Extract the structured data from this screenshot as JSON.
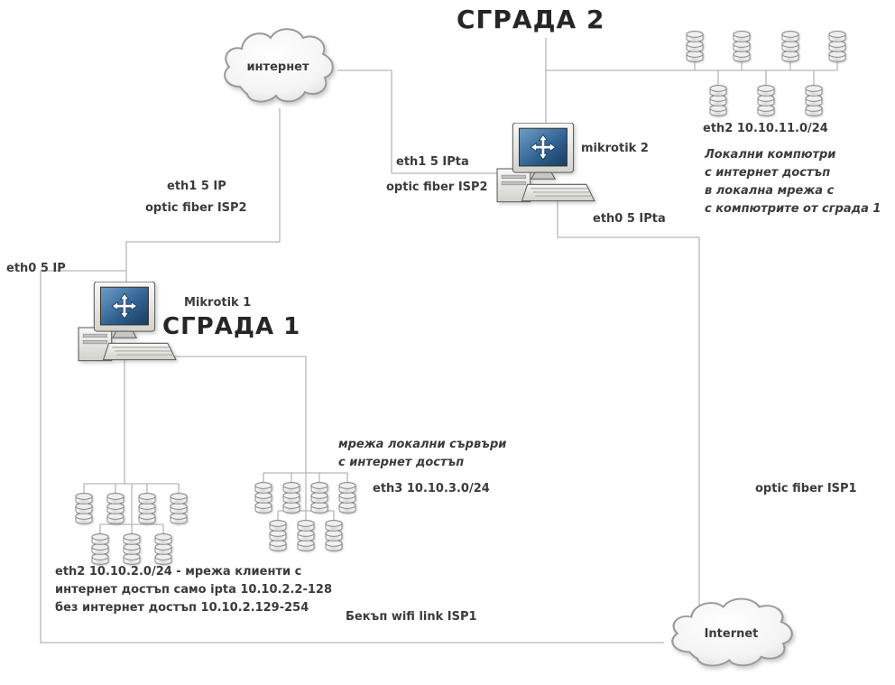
{
  "titles": {
    "building2": "СГРАДА 2",
    "building1": "СГРАДА 1"
  },
  "clouds": {
    "internet_top": {
      "label": "интернет"
    },
    "internet_bottom": {
      "label": "Internet"
    }
  },
  "routers": {
    "mikrotik1": {
      "label": "Mikrotik 1"
    },
    "mikrotik2": {
      "label": "mikrotik 2"
    }
  },
  "links": {
    "b2_wan_line1": "eth1 5 IPta",
    "b2_wan_line2": "optic fiber ISP2",
    "b1_wan_line1": "eth1 5 IP",
    "b1_wan_line2": "optic fiber ISP2",
    "b1_backup_if": "eth0 5 IP",
    "b2_lan_if": "eth0 5 IPta",
    "optic_isp1": "optic fiber ISP1",
    "backup_wifi": "Бекъп wifi link ISP1"
  },
  "networks": {
    "b2_eth2": "eth2 10.10.11.0/24",
    "b2_note": "Локални компютри\nс интернет достъп\nв локална мрежа с\nс компютрите от сграда 1",
    "servers_note": "мрежа локални сървъри\nс интернет достъп",
    "servers_eth3": "eth3 10.10.3.0/24",
    "clients_note": "eth2 10.10.2.0/24 - мрежа клиенти с\nинтернет достъп само ipta 10.10.2.2-128\nбез интернет достъп 10.10.2.129-254"
  }
}
